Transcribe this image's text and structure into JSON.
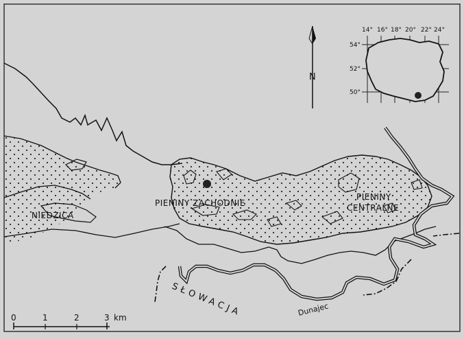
{
  "map": {
    "labels": {
      "pieniny_zachodnie": "PIENINY ZACHODNIE",
      "pieniny_line1": "PIENINY",
      "pieniny_line2": "CENTRALNE",
      "niedzica": "NIEDZICA",
      "slowacja": "SŁOWACJA",
      "dunajec": "Dunajec"
    },
    "north": "N",
    "scale": {
      "ticks": [
        "0",
        "1",
        "2",
        "3"
      ],
      "unit": "km"
    },
    "inset": {
      "lon_ticks": [
        "14°",
        "16°",
        "18°",
        "20°",
        "22°",
        "24°"
      ],
      "lat_ticks": [
        "54°",
        "52°",
        "50°"
      ]
    },
    "colors": {
      "background": "#d4d4d4",
      "ink": "#111111"
    }
  }
}
